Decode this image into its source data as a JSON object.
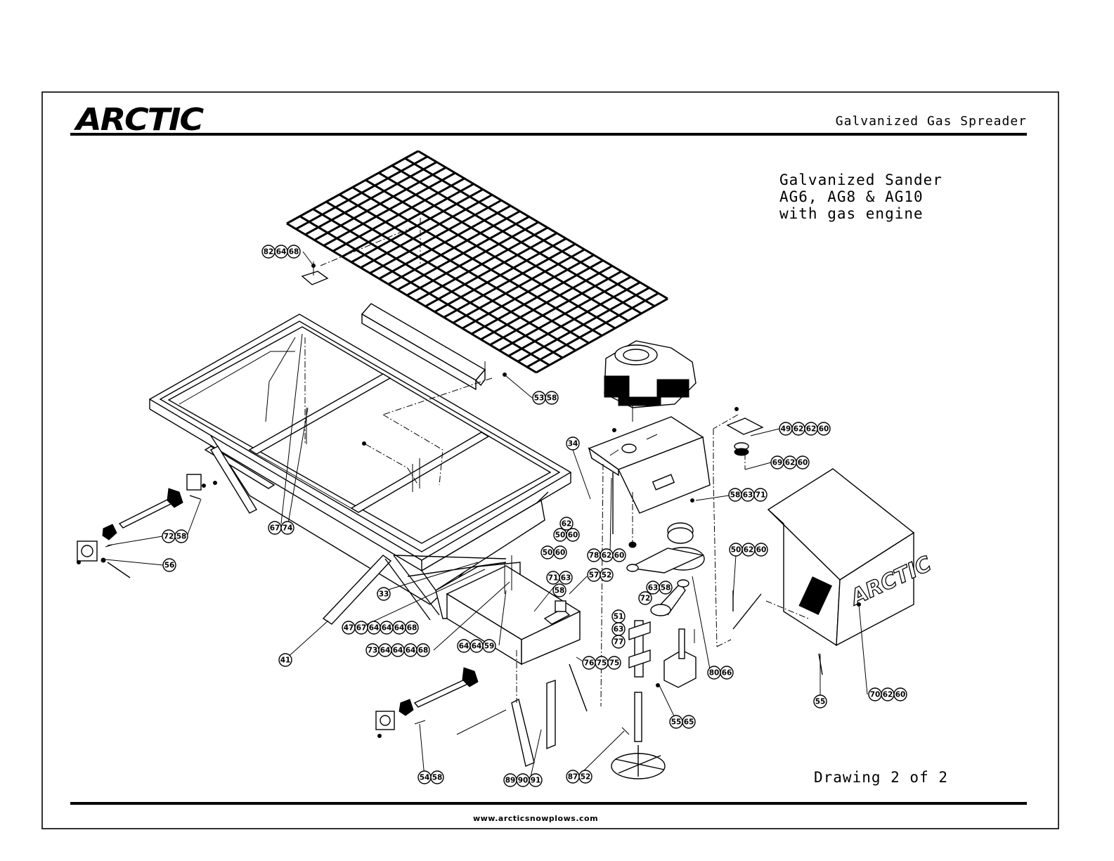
{
  "header": {
    "brand": "ARCTIC",
    "sheet_title": "Galvanized Gas Spreader"
  },
  "product": {
    "line1": "Galvanized Sander",
    "line2": "AG6, AG8 & AG10",
    "line3": "with gas engine"
  },
  "drawing_number": "Drawing 2 of 2",
  "footer_url": "www.arcticsnowplows.com",
  "cover_brand": "ARCTIC",
  "callout_groups": [
    {
      "id": "g1",
      "numbers": [
        "82",
        "64",
        "68"
      ]
    },
    {
      "id": "g2",
      "numbers": [
        "53",
        "58"
      ]
    },
    {
      "id": "g3",
      "numbers": [
        "49",
        "62",
        "62",
        "60"
      ]
    },
    {
      "id": "g4",
      "numbers": [
        "69",
        "62",
        "60"
      ]
    },
    {
      "id": "g5",
      "numbers": [
        "34"
      ]
    },
    {
      "id": "g6",
      "numbers": [
        "58",
        "63",
        "71"
      ]
    },
    {
      "id": "g7",
      "numbers": [
        "67",
        "74"
      ]
    },
    {
      "id": "g8",
      "numbers": [
        "72",
        "58"
      ]
    },
    {
      "id": "g9",
      "numbers": [
        "56"
      ]
    },
    {
      "id": "g10",
      "numbers": [
        "62"
      ]
    },
    {
      "id": "g11",
      "numbers": [
        "50",
        "60"
      ]
    },
    {
      "id": "g12",
      "numbers": [
        "50",
        "60"
      ]
    },
    {
      "id": "g13",
      "numbers": [
        "78",
        "62",
        "60"
      ]
    },
    {
      "id": "g14",
      "numbers": [
        "50",
        "62",
        "60"
      ]
    },
    {
      "id": "g15",
      "numbers": [
        "71",
        "63"
      ]
    },
    {
      "id": "g16",
      "numbers": [
        "58"
      ]
    },
    {
      "id": "g17",
      "numbers": [
        "57",
        "52"
      ]
    },
    {
      "id": "g18",
      "numbers": [
        "33"
      ]
    },
    {
      "id": "g19",
      "numbers": [
        "63",
        "58"
      ]
    },
    {
      "id": "g20",
      "numbers": [
        "72"
      ]
    },
    {
      "id": "g21",
      "numbers": [
        "51"
      ]
    },
    {
      "id": "g22",
      "numbers": [
        "63"
      ]
    },
    {
      "id": "g23",
      "numbers": [
        "77"
      ]
    },
    {
      "id": "g24",
      "numbers": [
        "47",
        "67",
        "64",
        "64",
        "64",
        "68"
      ]
    },
    {
      "id": "g25",
      "numbers": [
        "73",
        "64",
        "64",
        "64",
        "68"
      ]
    },
    {
      "id": "g26",
      "numbers": [
        "64",
        "64",
        "59"
      ]
    },
    {
      "id": "g27",
      "numbers": [
        "76",
        "75",
        "75"
      ]
    },
    {
      "id": "g28",
      "numbers": [
        "80",
        "66"
      ]
    },
    {
      "id": "g29",
      "numbers": [
        "41"
      ]
    },
    {
      "id": "g30",
      "numbers": [
        "55"
      ]
    },
    {
      "id": "g31",
      "numbers": [
        "70",
        "62",
        "60"
      ]
    },
    {
      "id": "g32",
      "numbers": [
        "55",
        "65"
      ]
    },
    {
      "id": "g33",
      "numbers": [
        "54",
        "58"
      ]
    },
    {
      "id": "g34",
      "numbers": [
        "89",
        "90",
        "91"
      ]
    },
    {
      "id": "g35",
      "numbers": [
        "87",
        "52"
      ]
    }
  ]
}
